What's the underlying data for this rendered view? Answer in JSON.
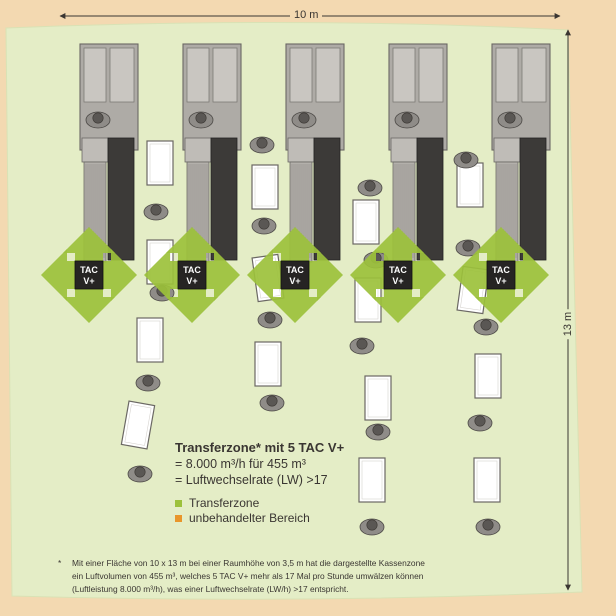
{
  "dimensions": {
    "width_label": "10 m",
    "height_label": "13 m"
  },
  "units": [
    {
      "label_line1": "TAC",
      "label_line2": "V+"
    },
    {
      "label_line1": "TAC",
      "label_line2": "V+"
    },
    {
      "label_line1": "TAC",
      "label_line2": "V+"
    },
    {
      "label_line1": "TAC",
      "label_line2": "V+"
    },
    {
      "label_line1": "TAC",
      "label_line2": "V+"
    }
  ],
  "legend": {
    "title": "Transferzone* mit 5 TAC V+",
    "line1": "= 8.000 m³/h für 455 m³",
    "line2": "= Luftwechselrate (LW) >17",
    "items": [
      {
        "label": "Transferzone",
        "color": "#9cc13b"
      },
      {
        "label": "unbehandelter Bereich",
        "color": "#e9962a"
      }
    ]
  },
  "footnote": {
    "marker": "*",
    "lines": [
      "Mit einer Fläche von 10 x 13 m bei einer Raumhöhe von 3,5 m hat die dargestellte Kassenzone",
      "ein Luftvolumen von 455 m³, welches 5 TAC V+ mehr als 17 Mal pro Stunde umwälzen können",
      "(Luftleistung 8.000 m³/h), was einer Luftwechselrate (LW/h) >17 entspricht."
    ]
  },
  "colors": {
    "transfer_zone": "#e4edc6",
    "untreated": "#f3d9b1",
    "arrow": "#9cc13b",
    "counter": "#b8b5b0",
    "belt": "#3c3a38"
  }
}
